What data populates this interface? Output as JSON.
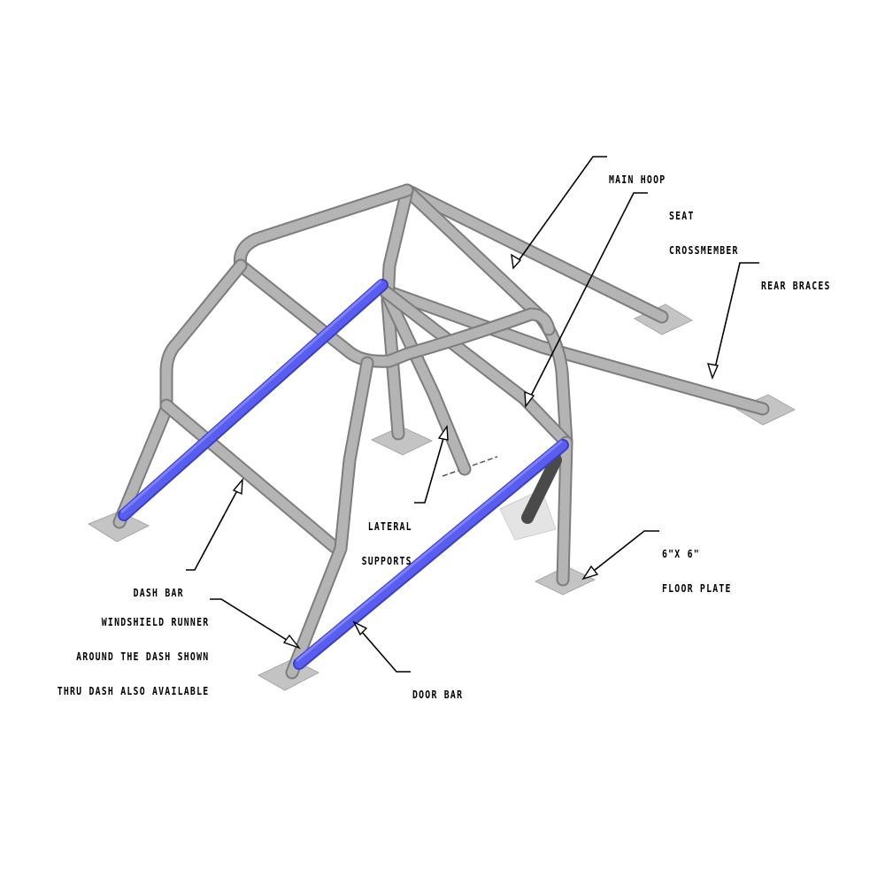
{
  "diagram": {
    "subject": "Roll cage",
    "colors": {
      "tube": "#b4b4b4",
      "tube_shadow": "#7d7d7d",
      "highlight_bar": "#5a5ef0",
      "floor_plate": "#c4c4c4",
      "background": "#ffffff"
    },
    "labels": {
      "main_hoop": "MAIN HOOP",
      "seat_crossmember": [
        "SEAT",
        "CROSSMEMBER"
      ],
      "rear_braces": "REAR BRACES",
      "lateral_supports": [
        "LATERAL",
        "SUPPORTS"
      ],
      "floor_plate": [
        "6\"X 6\"",
        "FLOOR PLATE"
      ],
      "dash_bar": "DASH BAR",
      "windshield_runner": [
        "WINDSHIELD RUNNER",
        "AROUND THE DASH SHOWN",
        "THRU DASH ALSO AVAILABLE"
      ],
      "door_bar": "DOOR BAR"
    },
    "highlighted_parts": [
      "door-bar",
      "upper-door-bar"
    ]
  }
}
